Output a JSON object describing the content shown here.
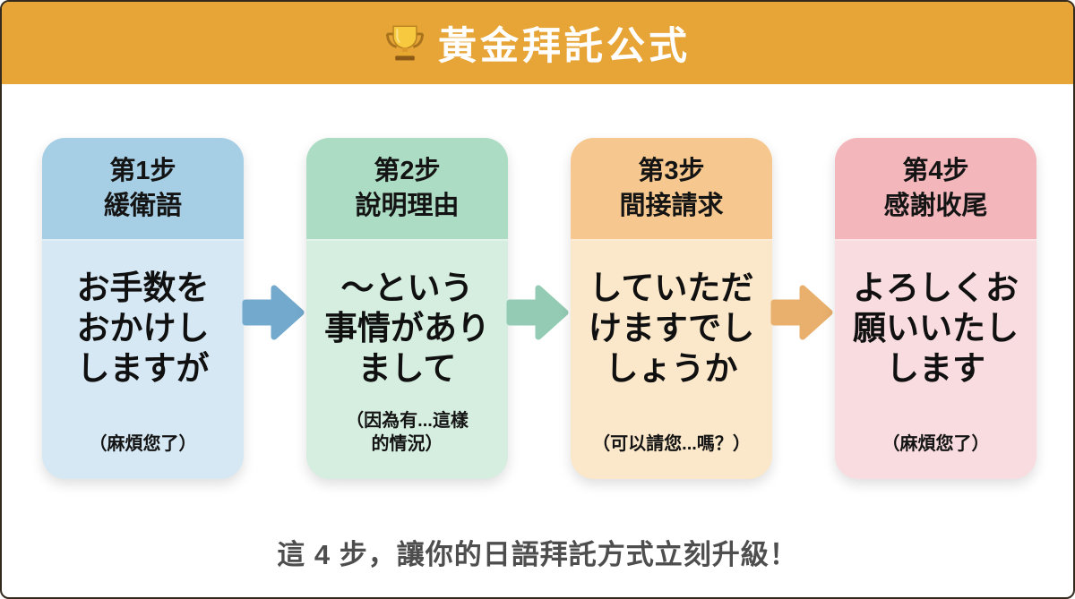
{
  "header": {
    "title": "黃金拜託公式",
    "icon": "trophy",
    "bg_color": "#E7A437",
    "title_color": "#FFFFFF"
  },
  "steps": [
    {
      "step_label": "第1步",
      "step_name": "緩衛語",
      "phrase": "お手数を\nおかけし\nしますが",
      "note": "（麻煩您了）",
      "header_color": "#A6CEE4",
      "body_color": "#D6E8F4"
    },
    {
      "step_label": "第2步",
      "step_name": "說明理由",
      "phrase": "〜という\n事情があり\nまして",
      "note": "（因為有...這樣\n的情況）",
      "header_color": "#ACDCC3",
      "body_color": "#D5EEDF"
    },
    {
      "step_label": "第3步",
      "step_name": "間接請求",
      "phrase": "していただ\nけますでし\nしょうか",
      "note": "（可以請您...嗎？）",
      "header_color": "#F6C78E",
      "body_color": "#FBE7C9"
    },
    {
      "step_label": "第4步",
      "step_name": "感謝收尾",
      "phrase": "よろしくお\n願いいたし\nします",
      "note": "（麻煩您了）",
      "header_color": "#F2B6BB",
      "body_color": "#F9DCDF"
    }
  ],
  "arrows": [
    {
      "color": "#72A9CD"
    },
    {
      "color": "#93CBB4"
    },
    {
      "color": "#E9AF6C"
    }
  ],
  "footer": {
    "caption": "這 4 步，讓你的日語拜託方式立刻升級！"
  }
}
